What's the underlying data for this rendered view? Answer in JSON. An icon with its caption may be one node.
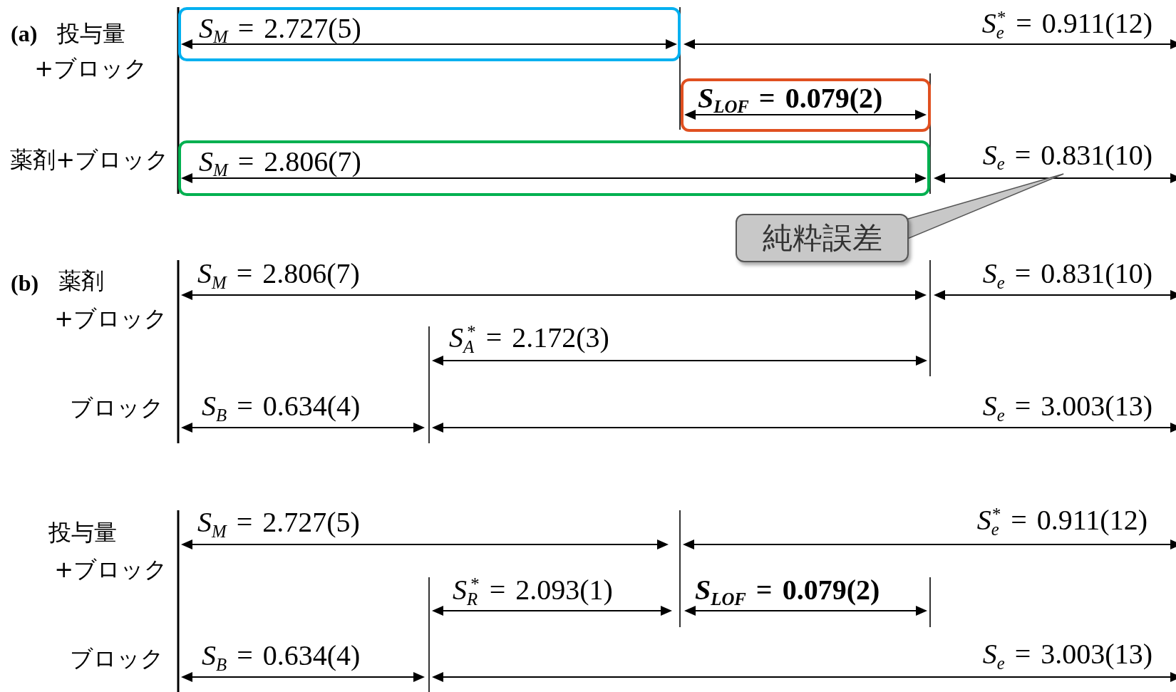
{
  "diagram": {
    "nodes": [
      {
        "text": [
          "*S*$_{M}$ = 2.727(5)"
        ]
      },
      {
        "text": [
          "*S*$_{LOF}$ = 0.079(2)"
        ]
      },
      {
        "text": [
          "*S*$_{M}$ = 2.806(7)"
        ]
      },
      {
        "text": [
          "*S*$_{e}$ = 0.831(10)"
        ]
      },
      {
        "text": [
          "純粋誤差"
        ]
      }
    ],
    "edges": [
      {
        "from": 4,
        "to": 3,
        "arrow": "none"
      }
    ],
    "labels": [
      "(a)",
      "投与量",
      "+ブロック",
      "*S*$_{e}$$^{*}$ = 0.911(12)",
      "薬剤+ブロック",
      "(b)",
      "薬剤",
      "+ブロック",
      "*S*$_{M}$ = 2.806(7)",
      "*S*$_{e}$ = 0.831(10)",
      "*S*$_{A}$$^{*}$ = 2.172(3)",
      "ブロック",
      "*S*$_{B}$ = 0.634(4)",
      "*S*$_{e}$ = 3.003(13)",
      "投与量",
      "+ブロック",
      "*S*$_{M}$ = 2.727(5)",
      "*S*$_{e}$$^{*}$ = 0.911(12)",
      "*S*$_{R}$$^{*}$ = 2.093(1)",
      "*S*$_{LOF}$ = 0.079(2)",
      "ブロック",
      "*S*$_{B}$ = 0.634(4)",
      "*S*$_{e}$ = 3.003(13)"
    ]
  }
}
